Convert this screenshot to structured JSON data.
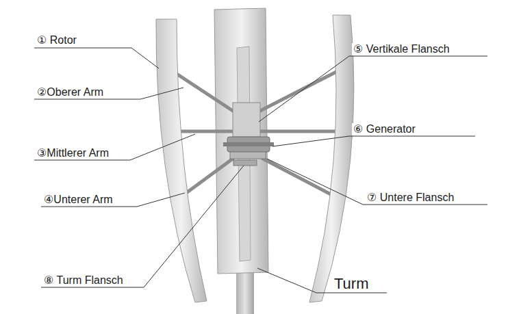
{
  "diagram": {
    "labels": [
      "① Rotor",
      "②Oberer Arm",
      "③Mittlerer Arm",
      "④Unterer Arm",
      "⑧ Turm Flansch",
      "⑤ Vertikale Flansch",
      "⑥ Generator",
      "⑦ Untere Flansch",
      "Turm"
    ]
  }
}
